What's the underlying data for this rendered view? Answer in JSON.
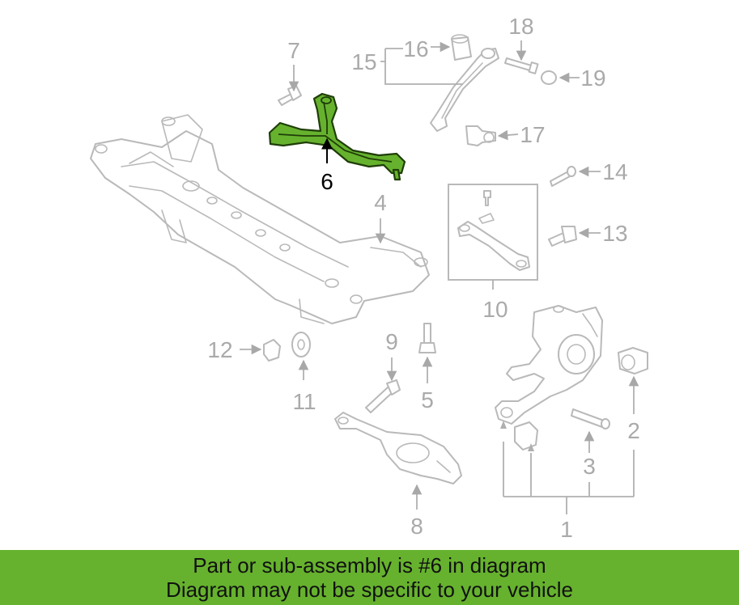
{
  "diagram": {
    "callouts": {
      "c1": "1",
      "c2": "2",
      "c3": "3",
      "c4": "4",
      "c5": "5",
      "c6": "6",
      "c7": "7",
      "c8": "8",
      "c9": "9",
      "c10": "10",
      "c11": "11",
      "c12": "12",
      "c13": "13",
      "c14": "14",
      "c15": "15",
      "c16": "16",
      "c17": "17",
      "c18": "18",
      "c19": "19"
    },
    "highlighted_part": "6",
    "colors": {
      "highlight_fill": "#66b22e",
      "highlight_outline": "#1f3d08",
      "line_art": "#b9b9b9",
      "callout_text": "#aaaaaa",
      "banner_background": "#66b22e"
    }
  },
  "banner": {
    "line1": "Part or sub-assembly is #6 in diagram",
    "line2": "Diagram may not be specific to your vehicle"
  }
}
